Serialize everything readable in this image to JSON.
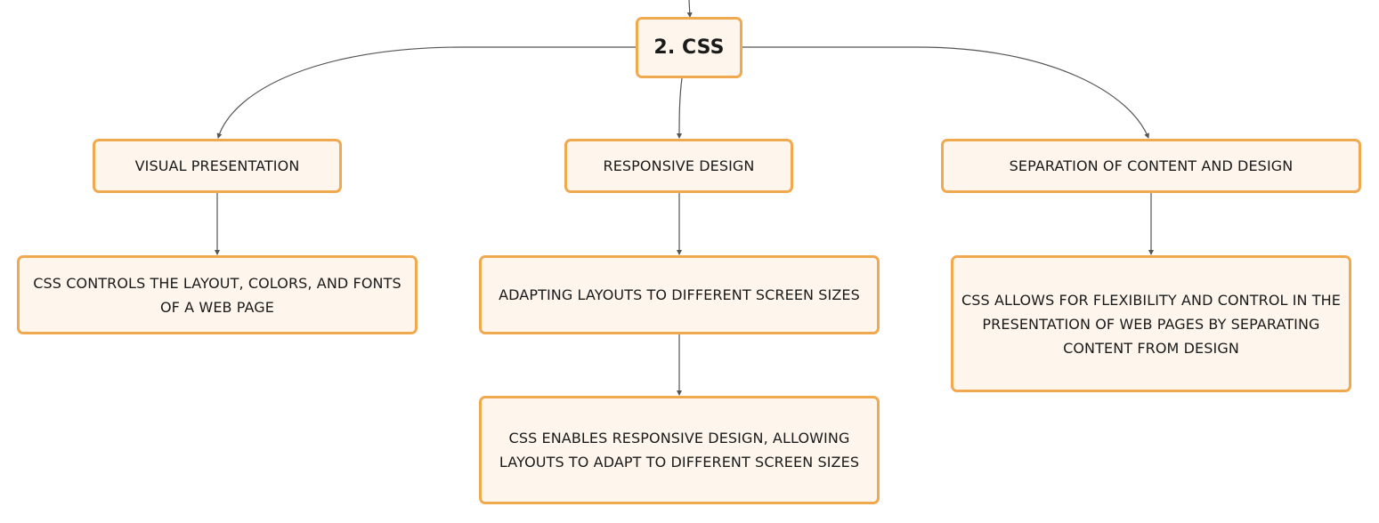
{
  "diagram": {
    "root": {
      "label": "2. CSS"
    },
    "branches": [
      {
        "label": "VISUAL PRESENTATION",
        "children": [
          "CSS CONTROLS THE LAYOUT, COLORS, AND FONTS OF A WEB PAGE"
        ]
      },
      {
        "label": "RESPONSIVE DESIGN",
        "children": [
          "ADAPTING LAYOUTS TO DIFFERENT SCREEN SIZES",
          "CSS ENABLES RESPONSIVE DESIGN, ALLOWING LAYOUTS TO ADAPT TO DIFFERENT SCREEN SIZES"
        ]
      },
      {
        "label": "SEPARATION OF CONTENT AND DESIGN",
        "children": [
          "CSS ALLOWS FOR FLEXIBILITY AND CONTROL IN THE PRESENTATION OF WEB PAGES BY SEPARATING CONTENT FROM DESIGN"
        ]
      }
    ]
  },
  "colors": {
    "node_fill": "#fef5ec",
    "node_border": "#f0a94f",
    "connector": "#555555",
    "text": "#1a1a1a"
  }
}
